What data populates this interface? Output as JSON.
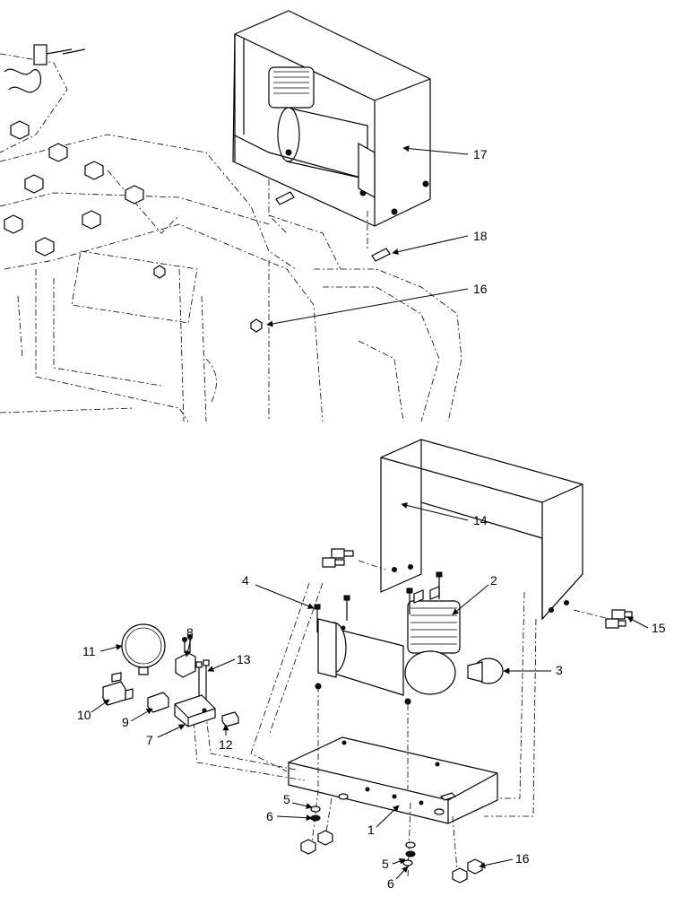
{
  "callouts": {
    "c17": "17",
    "c18": "18",
    "c16_top": "16",
    "c14": "14",
    "c2": "2",
    "c4": "4",
    "c3": "3",
    "c15": "15",
    "c11": "11",
    "c8": "8",
    "c13": "13",
    "c10": "10",
    "c9": "9",
    "c7": "7",
    "c12": "12",
    "c1": "1",
    "c5_a": "5",
    "c6_a": "6",
    "c5_b": "5",
    "c6_b": "6",
    "c16_bottom": "16"
  }
}
